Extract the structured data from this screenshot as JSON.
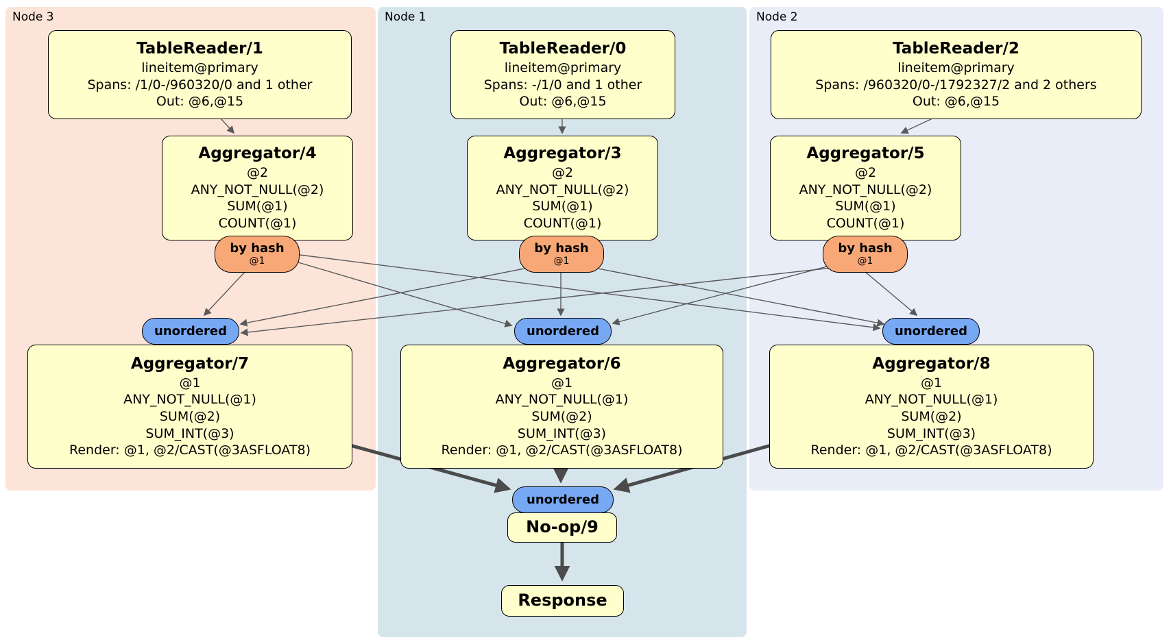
{
  "panels": {
    "node3": {
      "label": "Node 3"
    },
    "node1": {
      "label": "Node 1"
    },
    "node2": {
      "label": "Node 2"
    }
  },
  "processors": {
    "tablereader1": {
      "title": "TableReader/1",
      "index": "lineitem@primary",
      "spans": "Spans: /1/0-/960320/0 and 1 other",
      "out": "Out: @6,@15"
    },
    "tablereader0": {
      "title": "TableReader/0",
      "index": "lineitem@primary",
      "spans": "Spans: -/1/0 and 1 other",
      "out": "Out: @6,@15"
    },
    "tablereader2": {
      "title": "TableReader/2",
      "index": "lineitem@primary",
      "spans": "Spans: /960320/0-/1792327/2 and 2 others",
      "out": "Out: @6,@15"
    },
    "aggregator4": {
      "title": "Aggregator/4",
      "group": "@2",
      "agg1": "ANY_NOT_NULL(@2)",
      "agg2": "SUM(@1)",
      "agg3": "COUNT(@1)"
    },
    "aggregator3": {
      "title": "Aggregator/3",
      "group": "@2",
      "agg1": "ANY_NOT_NULL(@2)",
      "agg2": "SUM(@1)",
      "agg3": "COUNT(@1)"
    },
    "aggregator5": {
      "title": "Aggregator/5",
      "group": "@2",
      "agg1": "ANY_NOT_NULL(@2)",
      "agg2": "SUM(@1)",
      "agg3": "COUNT(@1)"
    },
    "aggregator7": {
      "title": "Aggregator/7",
      "group": "@1",
      "agg1": "ANY_NOT_NULL(@1)",
      "agg2": "SUM(@2)",
      "agg3": "SUM_INT(@3)",
      "render": "Render: @1, @2/CAST(@3ASFLOAT8)"
    },
    "aggregator6": {
      "title": "Aggregator/6",
      "group": "@1",
      "agg1": "ANY_NOT_NULL(@1)",
      "agg2": "SUM(@2)",
      "agg3": "SUM_INT(@3)",
      "render": "Render: @1, @2/CAST(@3ASFLOAT8)"
    },
    "aggregator8": {
      "title": "Aggregator/8",
      "group": "@1",
      "agg1": "ANY_NOT_NULL(@1)",
      "agg2": "SUM(@2)",
      "agg3": "SUM_INT(@3)",
      "render": "Render: @1, @2/CAST(@3ASFLOAT8)"
    },
    "noop": {
      "title": "No-op/9"
    },
    "response": {
      "title": "Response"
    }
  },
  "routers": {
    "node3": {
      "label": "by hash",
      "columns": "@1"
    },
    "node1": {
      "label": "by hash",
      "columns": "@1"
    },
    "node2": {
      "label": "by hash",
      "columns": "@1"
    }
  },
  "syncs": {
    "node3": {
      "label": "unordered"
    },
    "node1": {
      "label": "unordered"
    },
    "node2": {
      "label": "unordered"
    },
    "final": {
      "label": "unordered"
    }
  },
  "colors": {
    "panel_node3": "#fce4d8",
    "panel_node1": "#d6e4ec",
    "panel_node2": "#e9edf8",
    "processor_fill": "#ffffcc",
    "router_fill": "#f8a877",
    "sync_fill": "#77a8f4",
    "edge_thin": "#5a5a5a",
    "edge_thick": "#4b4b4b",
    "border": "#000000"
  }
}
